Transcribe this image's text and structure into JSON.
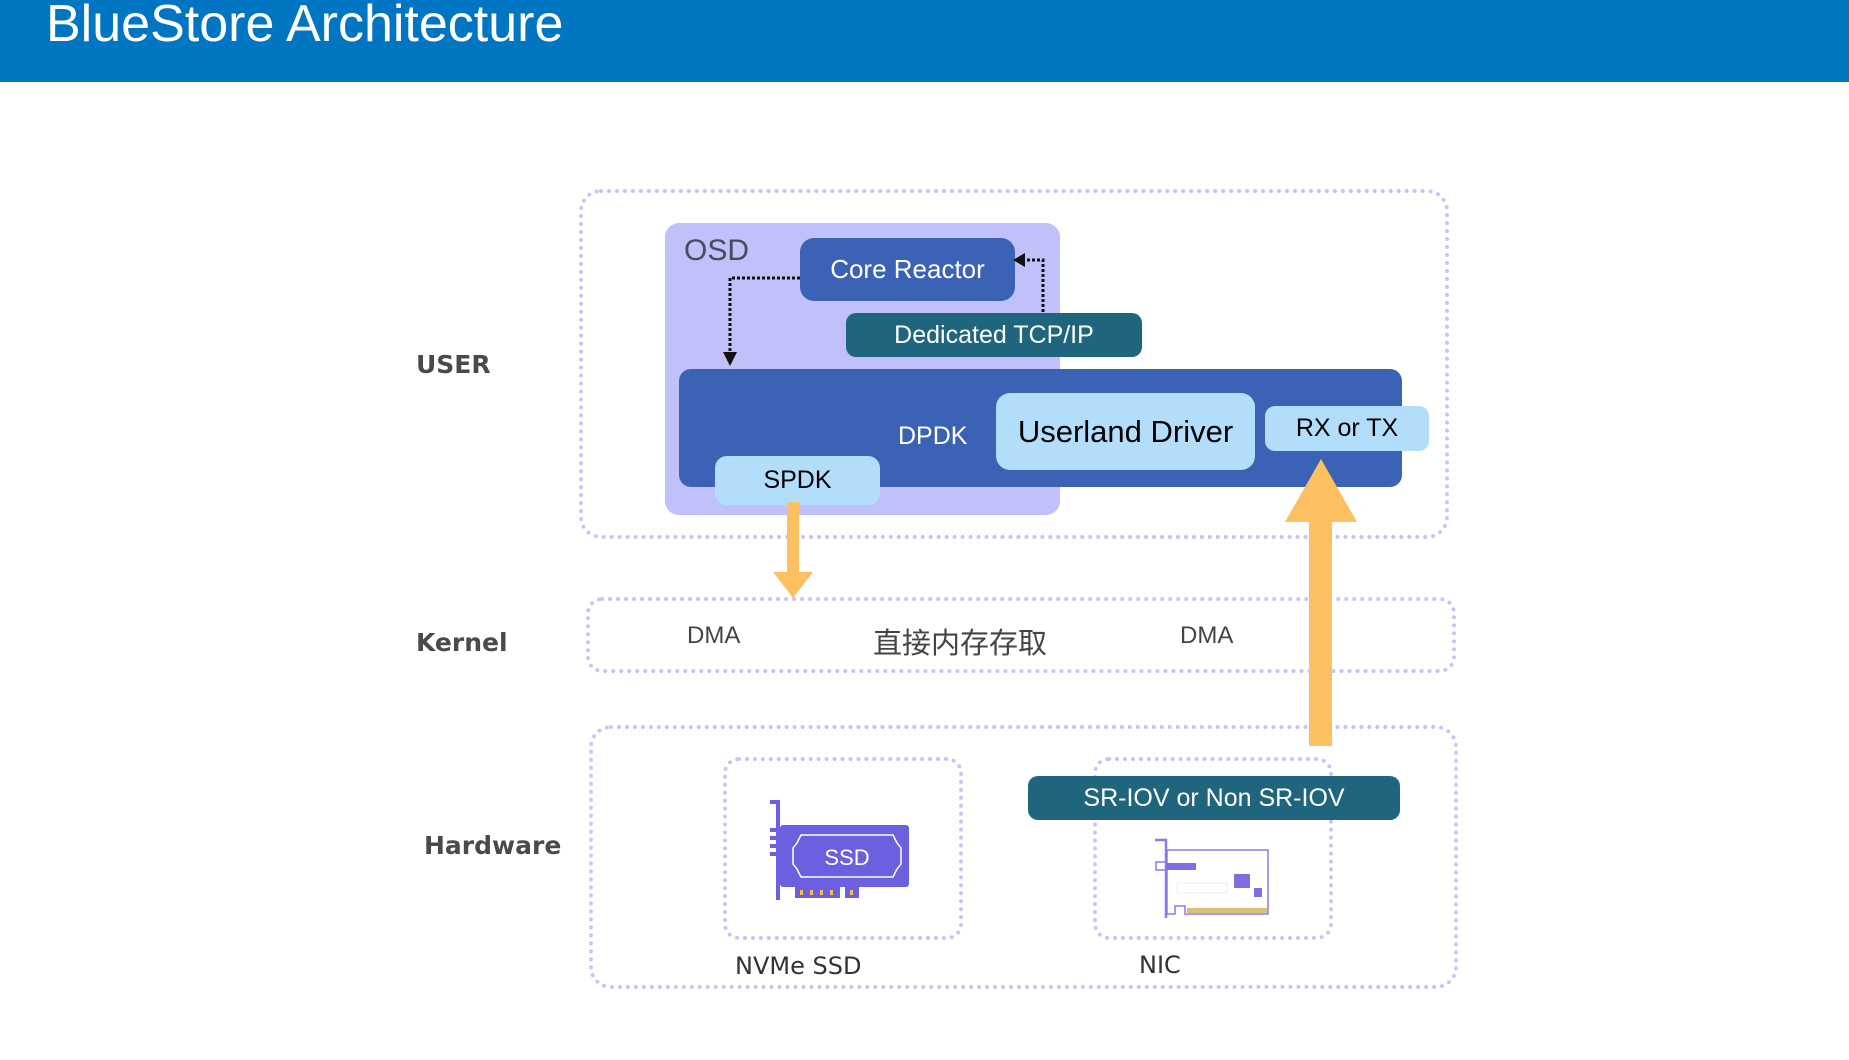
{
  "header": {
    "title": "BlueStore Architecture"
  },
  "layers": {
    "user": "USER",
    "kernel": "Kernel",
    "hardware": "Hardware"
  },
  "user_space": {
    "osd_label": "OSD",
    "core_reactor": "Core Reactor",
    "dedicated_tcpip": "Dedicated TCP/IP",
    "dpdk_label": "DPDK",
    "userland_driver": "Userland Driver",
    "rx_tx": "RX or TX",
    "spdk": "SPDK"
  },
  "kernel_space": {
    "dma_left": "DMA",
    "dma_chinese": "直接内存存取",
    "dma_right": "DMA"
  },
  "hardware_space": {
    "ssd_chip_label": "SSD",
    "ssd_caption": "NVMe SSD",
    "sriov_label": "SR-IOV or Non SR-IOV",
    "nic_caption": "NIC"
  },
  "colors": {
    "header": "#0075c2",
    "osd_bg": "#c0c0fa",
    "dpdk_bg": "#3b62b4",
    "teal": "#1f657e",
    "light_blue": "#b2defb",
    "arrow": "#fcc060",
    "dotted_border": "#c5c5f7",
    "device_purple": "#6c5fe0"
  }
}
